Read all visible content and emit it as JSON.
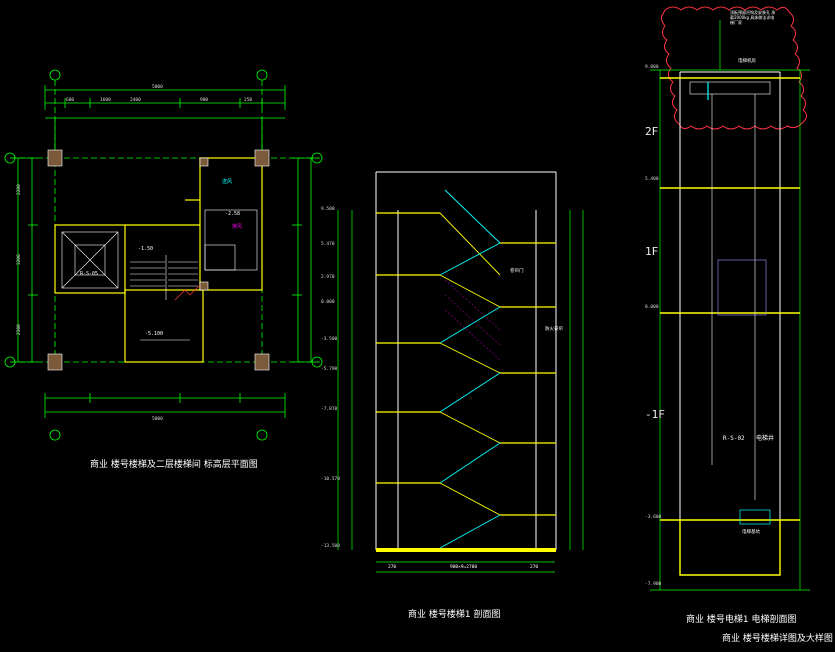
{
  "colors": {
    "background": "#000000",
    "dimension": "#00ff00",
    "structure": "#ffffff",
    "column": "#7a5a3a",
    "yellow": "#ffff00",
    "magenta": "#ff00ff",
    "cyan": "#00ffff",
    "red": "#ff3344"
  },
  "plan": {
    "caption": "商业 楼号楼梯及二层楼梯间 标高层平面图",
    "stair_tag": "R-S-05",
    "room_label": "送风",
    "room_label_2": "排风",
    "level_1": "-2.58",
    "level_2": "-1.50",
    "level_3": "-5.100",
    "dim_top_total": "5000",
    "dim_bottom_total": "5000",
    "dims_top": [
      "2400",
      "900",
      "1600",
      "250",
      "600"
    ],
    "dims_side": [
      "2200",
      "3200",
      "2500"
    ]
  },
  "section": {
    "caption": "商业 楼号楼梯1 剖面图",
    "levels": [
      "9.500",
      "5.470",
      "2.970",
      "0.000",
      "-3.500",
      "-5.790",
      "-7.870",
      "-10.570",
      "-13.500"
    ],
    "label_right": "卷帘门",
    "label_right_2": "防火卷帘",
    "dims_bottom": [
      "270",
      "900×9=2700",
      "270"
    ]
  },
  "elevator": {
    "caption": "商业 楼号电梯1 电梯剖面图",
    "caption_2": "商业 楼号楼梯详图及大样图",
    "floor_2f": "2F",
    "floor_1f": "1F",
    "floor_m1f": "-1F",
    "tag": "R-S-02",
    "tag_suffix": "电梯井",
    "pit_label": "电梯基坑",
    "top_label": "电梯机房",
    "note": "顶板预留吊钩及安装孔 承载2000kg 具体做法详电梯厂家",
    "levels": [
      "9.800",
      "5.400",
      "0.000",
      "-3.600",
      "-7.900"
    ]
  }
}
